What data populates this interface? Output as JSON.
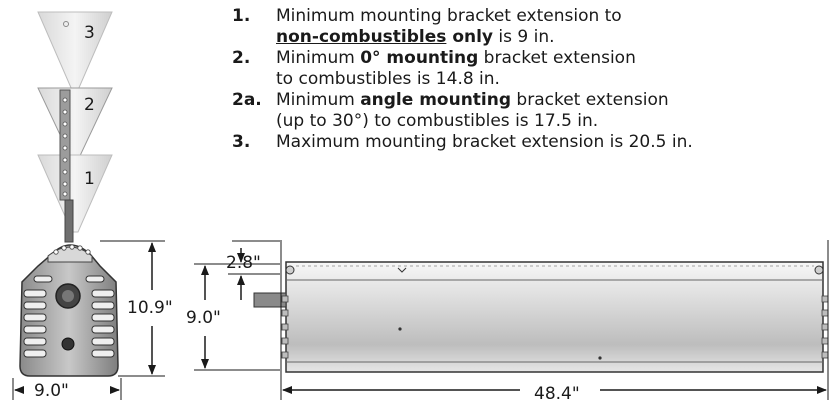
{
  "notes": [
    {
      "number": "1.",
      "line1_prefix": "Minimum mounting bracket extension to",
      "line2_bold_underline": "non-combustibles",
      "line2_bold": " only",
      "line2_suffix": " is 9 in."
    },
    {
      "number": "2.",
      "line1_prefix": "Minimum ",
      "line1_bold": "0° mounting",
      "line1_suffix": " bracket extension",
      "line2": "to combustibles is 14.8 in."
    },
    {
      "number": "2a.",
      "line1_prefix": "Minimum ",
      "line1_bold": "angle mounting",
      "line1_suffix": " bracket extension",
      "line2": "(up to 30°) to combustibles is 17.5 in."
    },
    {
      "number": "3.",
      "line1": "Maximum mounting bracket extension is 20.5 in."
    }
  ],
  "bracket_positions": {
    "pos1": "1",
    "pos2": "2",
    "pos3": "3"
  },
  "dimensions": {
    "side_height": "10.9\"",
    "side_width": "9.0\"",
    "front_height": "9.0\"",
    "bracket_offset": "2.8\"",
    "front_length": "48.4\""
  }
}
